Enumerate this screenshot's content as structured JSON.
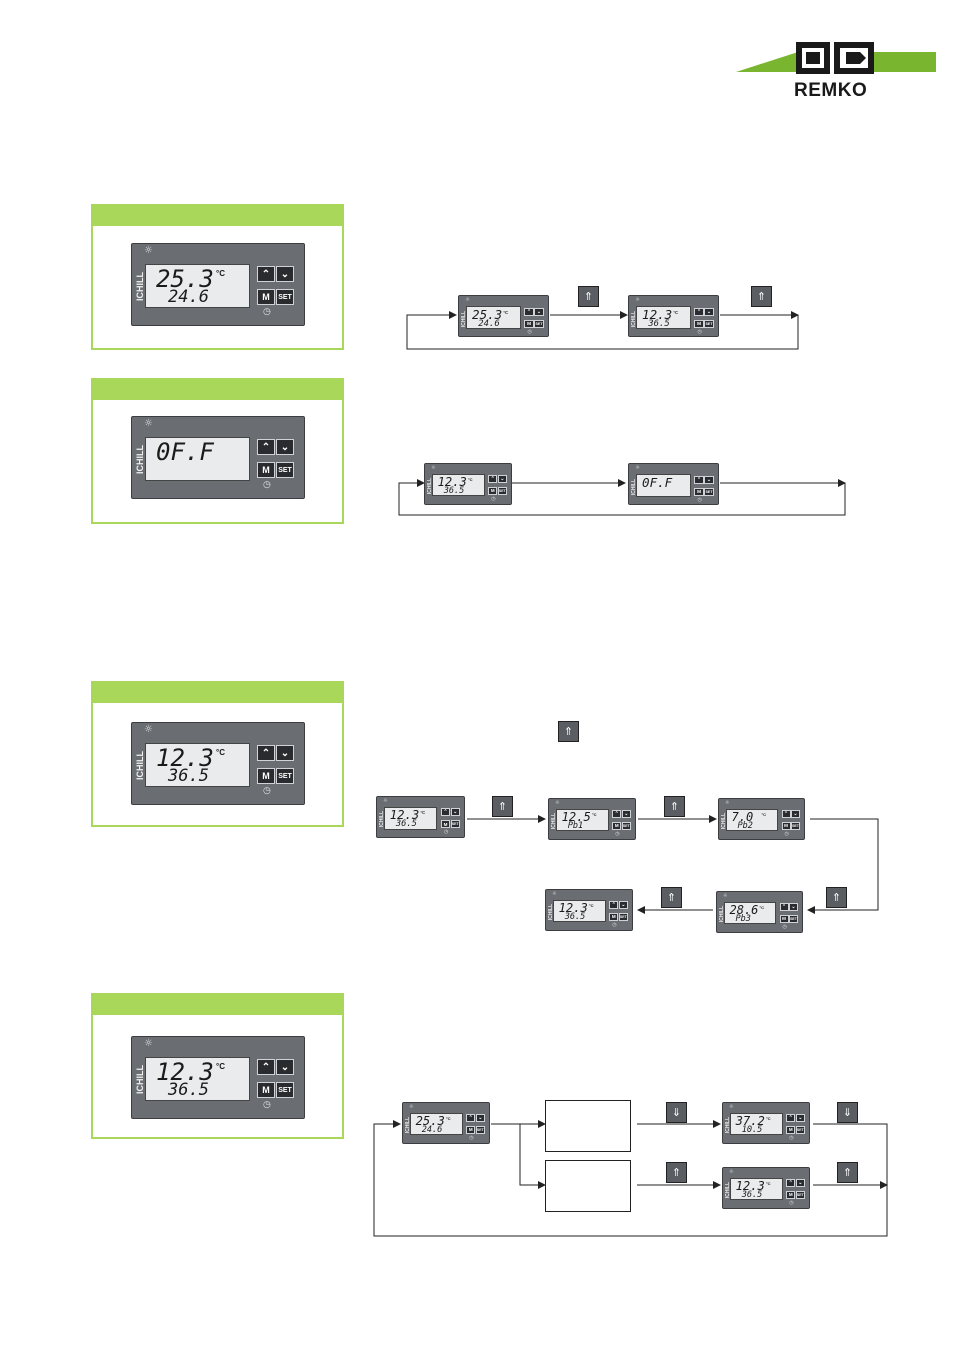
{
  "brand": {
    "name": "REMKO",
    "mark": "RK",
    "accent": "#a8d75a",
    "logo_green": "#7ab530"
  },
  "section_controller": "ICHILL",
  "units": {
    "celsius": "°C"
  },
  "panels": {
    "big1": {
      "line1": "25.3",
      "line2": "24.6"
    },
    "big2": {
      "line1": "0F.F",
      "line2": ""
    },
    "big3": {
      "line1": "12.3",
      "line2": "36.5"
    },
    "big4": {
      "line1": "12.3",
      "line2": "36.5"
    },
    "f1a": {
      "line1": "25.3",
      "line2": "24.6"
    },
    "f1b": {
      "line1": "12.3",
      "line2": "36.5"
    },
    "f2a": {
      "line1": "12.3",
      "line2": "36.5"
    },
    "f2b": {
      "line1": "0F.F",
      "line2": ""
    },
    "f3a": {
      "line1": "12.3",
      "line2": "36.5"
    },
    "f3b": {
      "line1": "12.5",
      "line2": "Pb1"
    },
    "f3c": {
      "line1": "7.0",
      "line2": "Pb2"
    },
    "f3d": {
      "line1": "28.6",
      "line2": "Pb3"
    },
    "f3e": {
      "line1": "12.3",
      "line2": "36.5"
    },
    "f4a": {
      "line1": "25.3",
      "line2": "24.6"
    },
    "f4b": {
      "line1": "37.2",
      "line2": "10.5"
    },
    "f4c": {
      "line1": "12.3",
      "line2": "36.5"
    }
  },
  "buttons": {
    "m": "M",
    "set": "SET",
    "up": "⌃",
    "down": "⌄"
  },
  "icons": {
    "up_key": "up-arrow-key-icon",
    "down_key": "down-arrow-key-icon",
    "clock": "clock-icon",
    "snowflake": "snowflake-icon",
    "sun": "sun-icon"
  }
}
